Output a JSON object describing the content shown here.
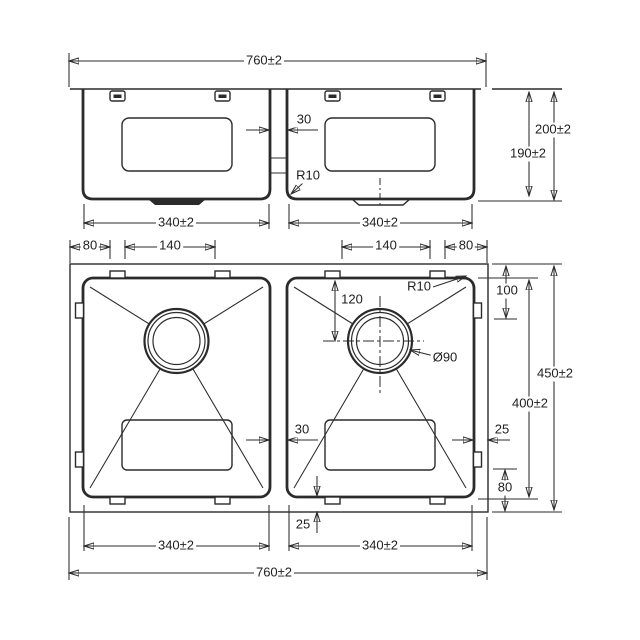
{
  "drawing_type": "double-bowl-sink-technical-drawing",
  "colors": {
    "background": "#ffffff",
    "line": "#2b2b2b",
    "text": "#1f1f1f"
  },
  "front_view": {
    "overall_width": "760±2",
    "divider_gap": "30",
    "corner_radius": "R10",
    "depth_to_base": "200±2",
    "depth_inner": "190±2",
    "left_bowl_width": "340±2",
    "right_bowl_width": "340±2"
  },
  "plan_view": {
    "edge_to_clip_left": "80",
    "clip_spacing_left": "140",
    "clip_spacing_right": "140",
    "edge_to_clip_right": "80",
    "drain_from_top": "120",
    "corner_radius": "R10",
    "side_clip_from_top": "100",
    "drain_diameter": "Ø90",
    "overall_depth": "450±2",
    "bowl_depth": "400±2",
    "divider_gap": "30",
    "bowl_to_edge_right": "25",
    "side_clip_from_bottom": "80",
    "bowl_to_edge_bottom": "25",
    "left_bowl_width": "340±2",
    "right_bowl_width": "340±2",
    "overall_width": "760±2"
  }
}
